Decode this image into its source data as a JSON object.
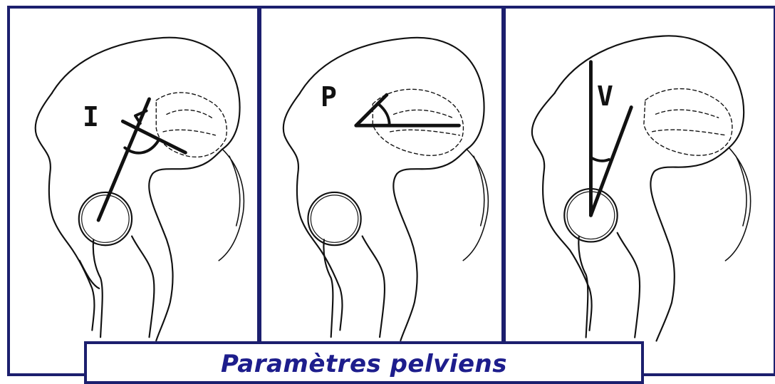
{
  "panels": [
    {
      "id": "incidence",
      "label": "I"
    },
    {
      "id": "pente",
      "label": "P"
    },
    {
      "id": "version",
      "label": "V"
    }
  ],
  "caption": "Paramètres pelviens",
  "colors": {
    "frame": "#1c1f6e",
    "caption_text": "#1d1d8c",
    "drawing": "#111111"
  }
}
